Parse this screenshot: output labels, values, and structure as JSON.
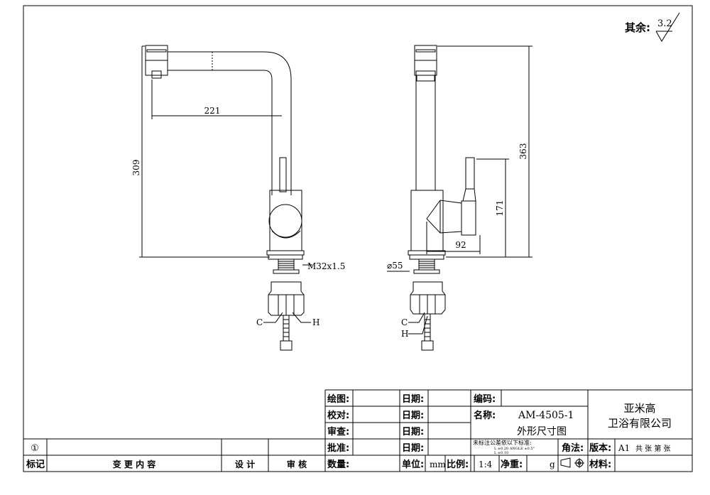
{
  "roughness": {
    "label": "其余:",
    "value": "3.2"
  },
  "dimensions": {
    "spout_reach": "221",
    "height_left": "309",
    "thread": "M32x1.5",
    "height_total": "363",
    "handle_height": "171",
    "handle_offset": "92",
    "base_diameter": "⌀55"
  },
  "hose_labels": {
    "left_c": "C",
    "left_h": "H",
    "right_c": "C",
    "right_h": "H"
  },
  "title_block": {
    "drawn_label": "绘图:",
    "checked_label": "校对:",
    "reviewed_label": "审查:",
    "approved_label": "批准:",
    "quantity_label": "数量:",
    "date_label": "日期:",
    "unit_label": "单位:",
    "unit_value": "mm",
    "scale_label": "比例:",
    "scale_value": "1:4",
    "weight_label": "净重:",
    "weight_unit": "g",
    "code_label": "编码:",
    "name_label": "名称:",
    "part_number": "AM-4505-1",
    "drawing_title": "外形尺寸图",
    "tolerance_note": "未标注公差依以下标准:",
    "tolerance_detail_1": "L        ±0.20  ANGLE  ±0.5°",
    "tolerance_detail_2": "L        ±0.10",
    "angle_label": "角法:",
    "company_line1": "亚米高",
    "company_line2": "卫浴有限公司",
    "version_label": "版本:",
    "version_value": "A1",
    "sheets_text": "共  张 第  张",
    "material_label": "材料:",
    "revision_symbol": "①",
    "mark_label": "标记",
    "change_label": "变 更 内 容",
    "design_label": "设 计",
    "audit_label": "审 核"
  }
}
